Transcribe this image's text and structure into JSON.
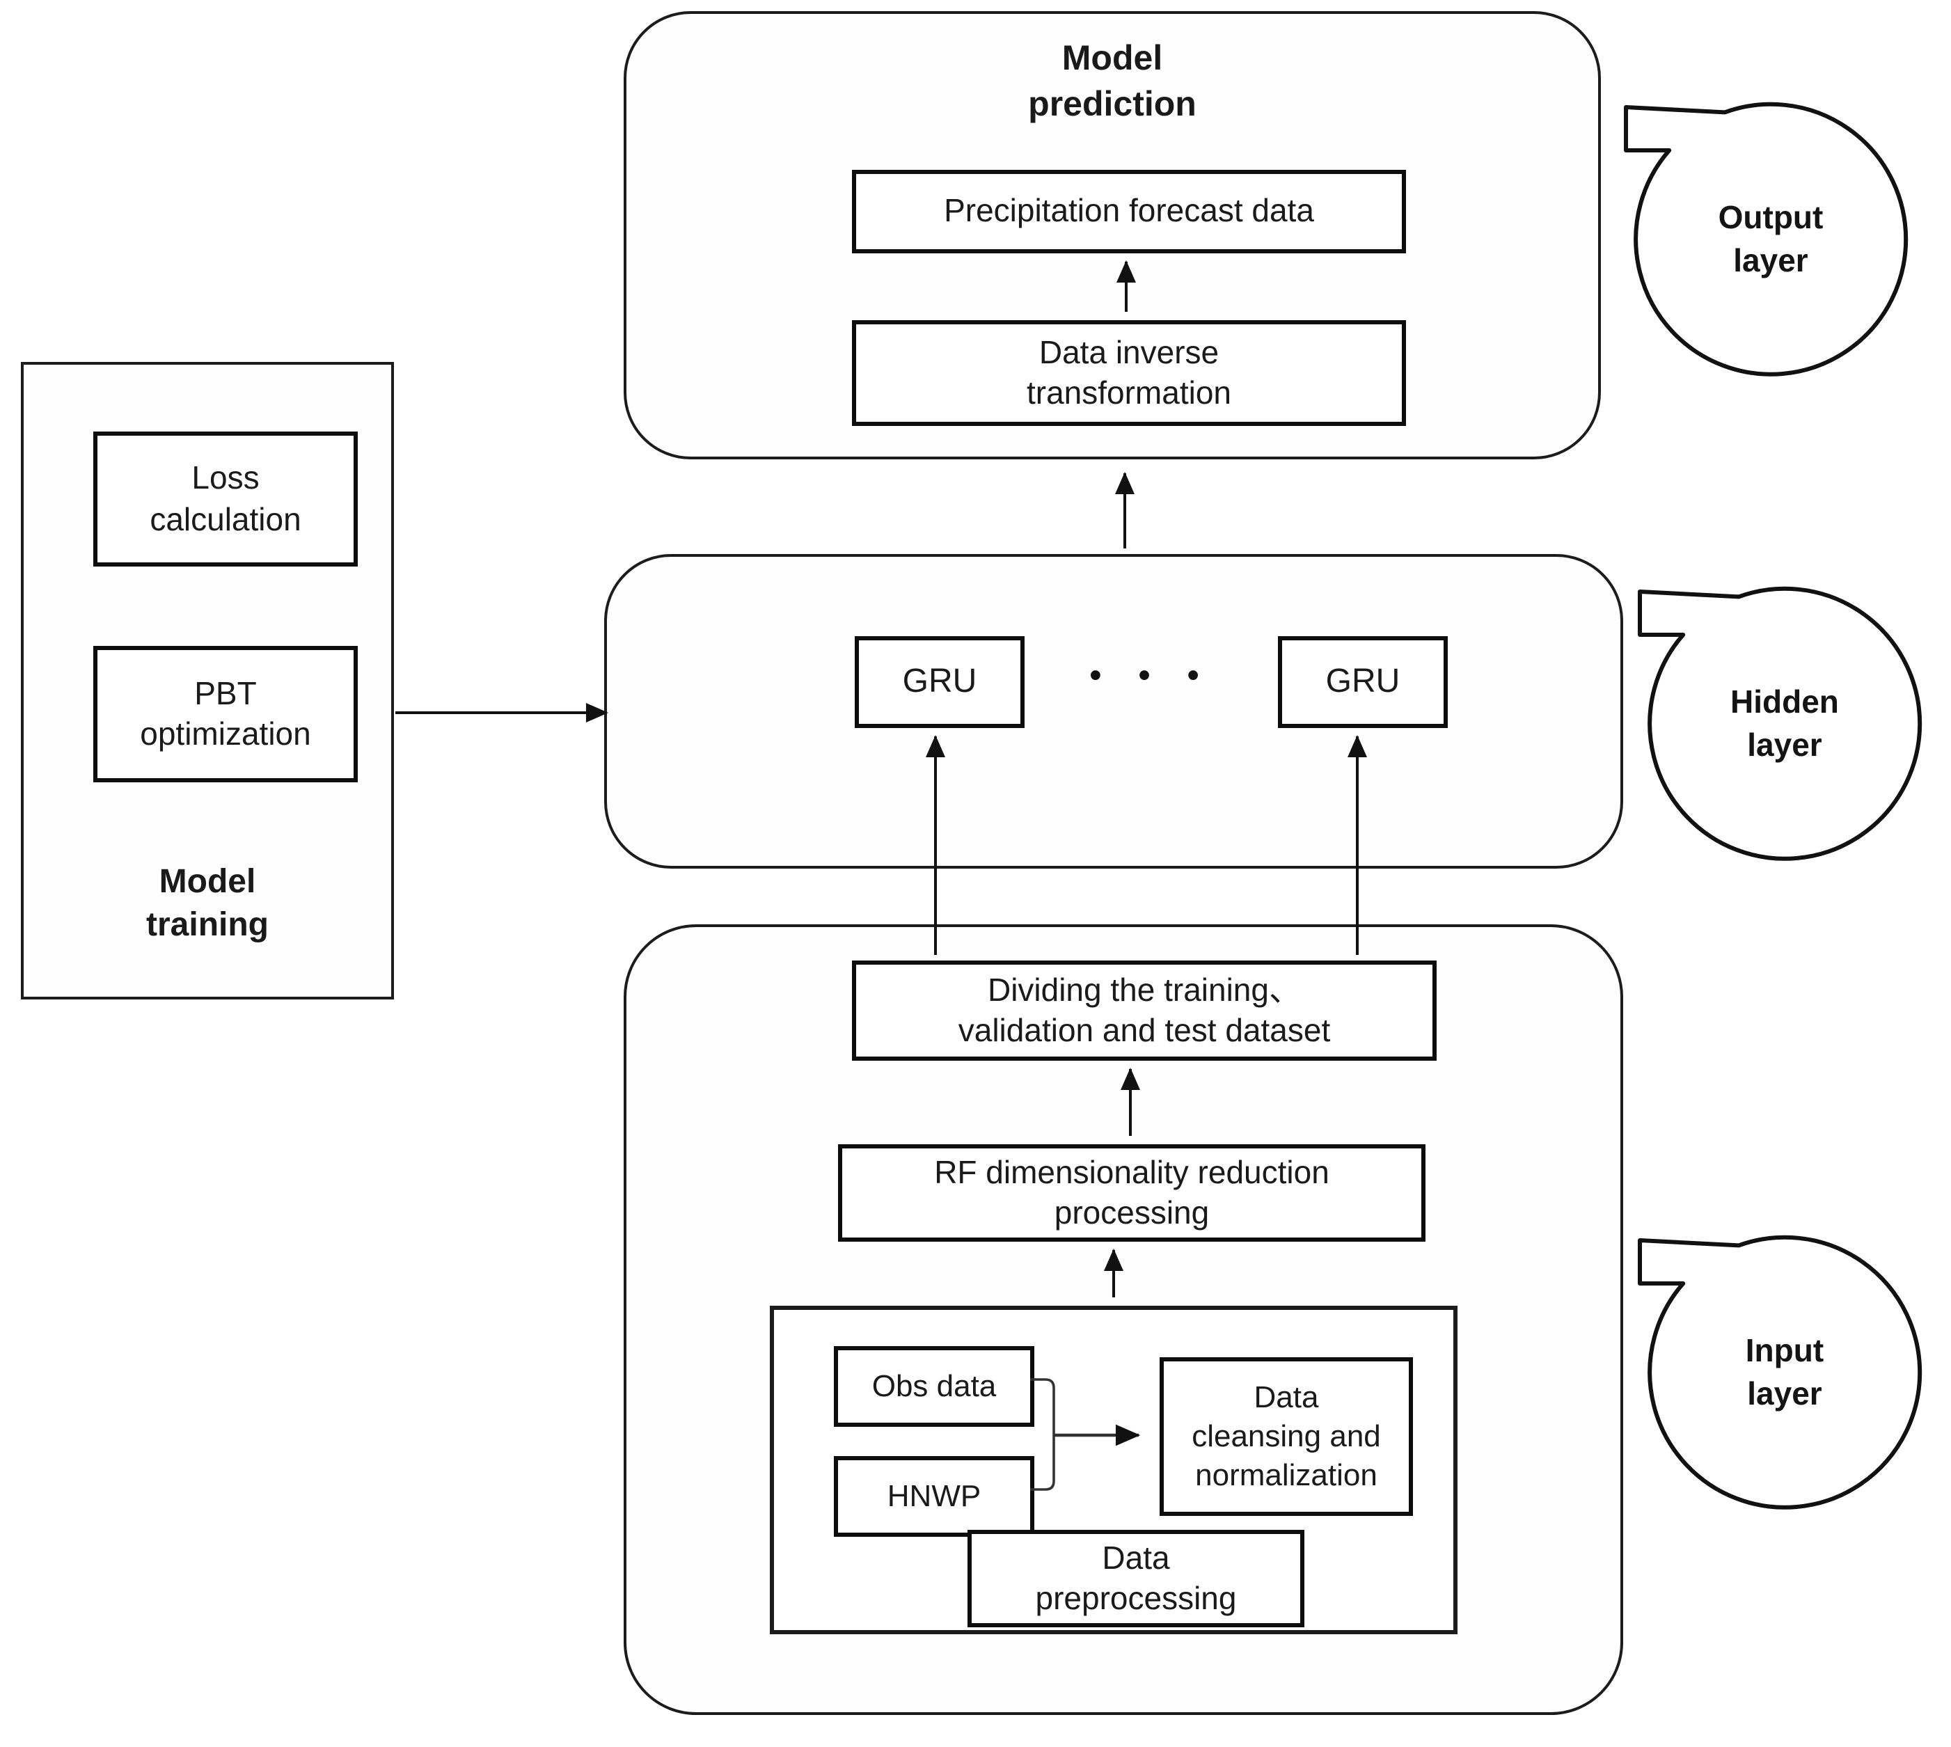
{
  "colors": {
    "stroke": "#111111",
    "text": "#1a1a1a",
    "background": "#ffffff"
  },
  "training_panel": {
    "title_lines": [
      "Model",
      "training"
    ],
    "loss_lines": [
      "Loss",
      "calculation"
    ],
    "pbt_lines": [
      "PBT",
      "optimization"
    ]
  },
  "output_section": {
    "title_lines": [
      "Model",
      "prediction"
    ],
    "forecast_label": "Precipitation forecast data",
    "inverse_lines": [
      "Data inverse",
      "transformation"
    ],
    "callout_lines": [
      "Output",
      "layer"
    ]
  },
  "hidden_section": {
    "gru_left": "GRU",
    "gru_right": "GRU",
    "ellipsis": "• • •",
    "callout_lines": [
      "Hidden",
      "layer"
    ]
  },
  "input_section": {
    "dividing_lines": [
      "Dividing the training、",
      "validation and test dataset"
    ],
    "rf_lines": [
      "RF dimensionality reduction",
      "processing"
    ],
    "preprocessing": {
      "obs_label": "Obs data",
      "hnwp_label": "HNWP",
      "cleansing_lines": [
        "Data",
        "cleansing and",
        "normalization"
      ],
      "label_lines": [
        "Data",
        "preprocessing"
      ]
    },
    "callout_lines": [
      "Input",
      "layer"
    ]
  }
}
